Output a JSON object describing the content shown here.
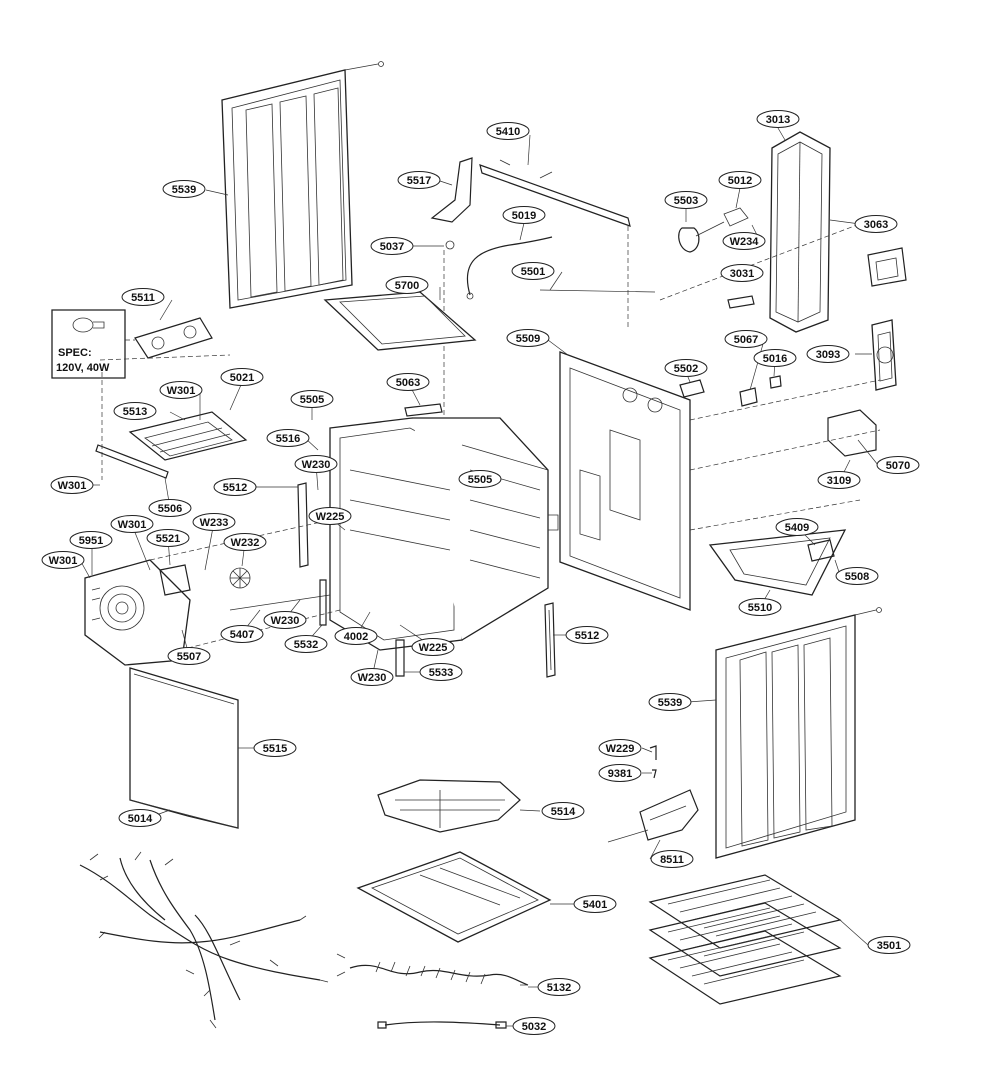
{
  "spec_box": {
    "line1": "SPEC:",
    "line2": "120V, 40W"
  },
  "callouts": [
    {
      "id": "c5539a",
      "label": "5539"
    },
    {
      "id": "c5517",
      "label": "5517"
    },
    {
      "id": "c5410",
      "label": "5410"
    },
    {
      "id": "c3013",
      "label": "3013"
    },
    {
      "id": "c5012",
      "label": "5012"
    },
    {
      "id": "c5503",
      "label": "5503"
    },
    {
      "id": "c3063",
      "label": "3063"
    },
    {
      "id": "c5019",
      "label": "5019"
    },
    {
      "id": "c5037",
      "label": "5037"
    },
    {
      "id": "cW234",
      "label": "W234"
    },
    {
      "id": "c5501",
      "label": "5501"
    },
    {
      "id": "c3031",
      "label": "3031"
    },
    {
      "id": "c5511",
      "label": "5511"
    },
    {
      "id": "c5700",
      "label": "5700"
    },
    {
      "id": "c5509",
      "label": "5509"
    },
    {
      "id": "c5067",
      "label": "5067"
    },
    {
      "id": "c3093",
      "label": "3093"
    },
    {
      "id": "c5016",
      "label": "5016"
    },
    {
      "id": "c5502",
      "label": "5502"
    },
    {
      "id": "c5021",
      "label": "5021"
    },
    {
      "id": "cW301a",
      "label": "W301"
    },
    {
      "id": "c5063",
      "label": "5063"
    },
    {
      "id": "c5505a",
      "label": "5505"
    },
    {
      "id": "c5513",
      "label": "5513"
    },
    {
      "id": "c5516",
      "label": "5516"
    },
    {
      "id": "cW230a",
      "label": "W230"
    },
    {
      "id": "c5070",
      "label": "5070"
    },
    {
      "id": "c5505b",
      "label": "5505"
    },
    {
      "id": "c3109",
      "label": "3109"
    },
    {
      "id": "cW301b",
      "label": "W301"
    },
    {
      "id": "c5512a",
      "label": "5512"
    },
    {
      "id": "c5506",
      "label": "5506"
    },
    {
      "id": "cW225a",
      "label": "W225"
    },
    {
      "id": "cW301c",
      "label": "W301"
    },
    {
      "id": "cW233",
      "label": "W233"
    },
    {
      "id": "c5409",
      "label": "5409"
    },
    {
      "id": "c5951",
      "label": "5951"
    },
    {
      "id": "c5521",
      "label": "5521"
    },
    {
      "id": "cW232",
      "label": "W232"
    },
    {
      "id": "cW301d",
      "label": "W301"
    },
    {
      "id": "c5508",
      "label": "5508"
    },
    {
      "id": "c5510",
      "label": "5510"
    },
    {
      "id": "cW230b",
      "label": "W230"
    },
    {
      "id": "c5407",
      "label": "5407"
    },
    {
      "id": "c4002",
      "label": "4002"
    },
    {
      "id": "c5512b",
      "label": "5512"
    },
    {
      "id": "c5507",
      "label": "5507"
    },
    {
      "id": "c5532",
      "label": "5532"
    },
    {
      "id": "cW225b",
      "label": "W225"
    },
    {
      "id": "cW230c",
      "label": "W230"
    },
    {
      "id": "c5533",
      "label": "5533"
    },
    {
      "id": "c5539b",
      "label": "5539"
    },
    {
      "id": "c5515",
      "label": "5515"
    },
    {
      "id": "cW229",
      "label": "W229"
    },
    {
      "id": "c9381",
      "label": "9381"
    },
    {
      "id": "c5514",
      "label": "5514"
    },
    {
      "id": "c5014",
      "label": "5014"
    },
    {
      "id": "c8511",
      "label": "8511"
    },
    {
      "id": "c5401",
      "label": "5401"
    },
    {
      "id": "c3501",
      "label": "3501"
    },
    {
      "id": "c5132",
      "label": "5132"
    },
    {
      "id": "c5032",
      "label": "5032"
    }
  ]
}
